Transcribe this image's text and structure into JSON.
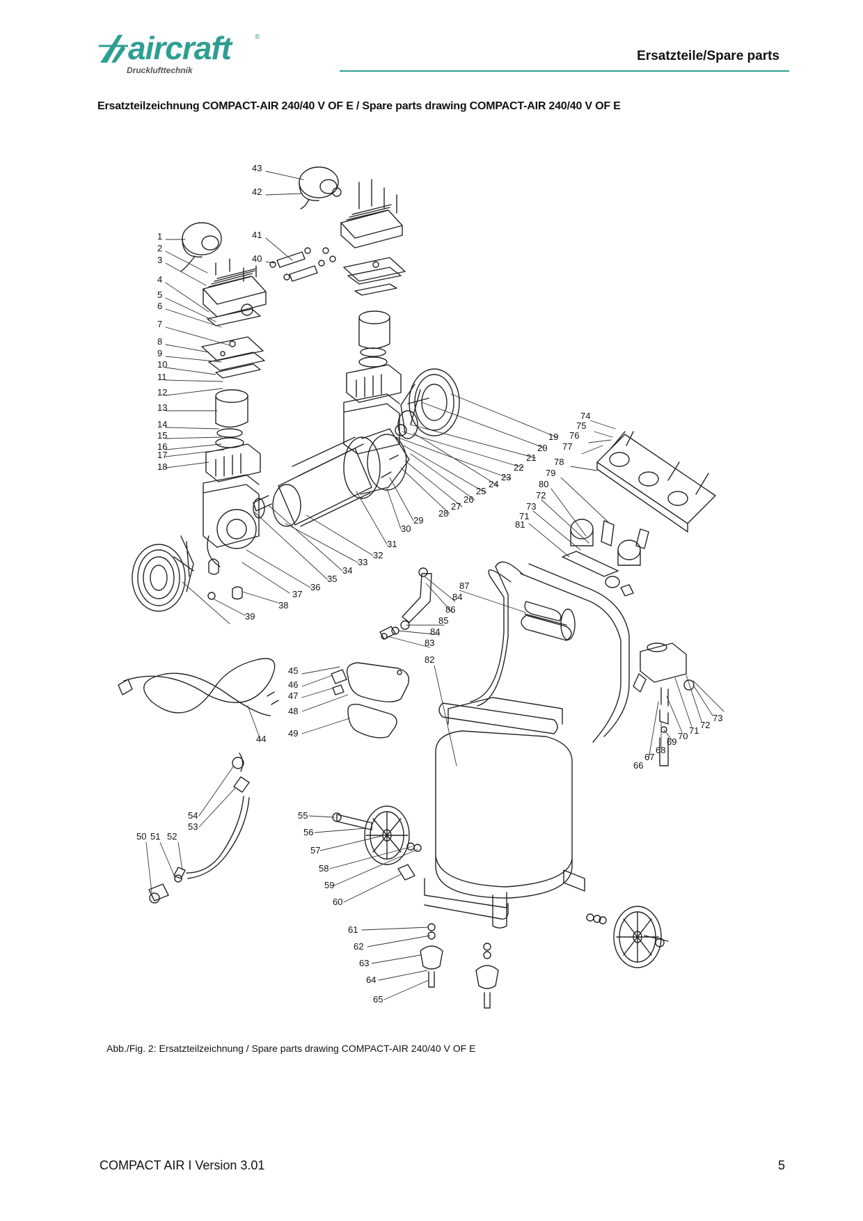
{
  "header": {
    "brand": "aircraft",
    "brand_sub": "Drucklufttechnik",
    "brand_mark": "®",
    "section": "Ersatzteile/Spare parts",
    "accent": "#2e9e92"
  },
  "heading": "Ersatzteilzeichnung COMPACT-AIR 240/40 V OF E  / Spare parts drawing COMPACT-AIR 240/40 V OF E",
  "callouts": {
    "n1": "1",
    "n2": "2",
    "n3": "3",
    "n4": "4",
    "n5": "5",
    "n6": "6",
    "n7": "7",
    "n8": "8",
    "n9": "9",
    "n10": "10",
    "n11": "11",
    "n12": "12",
    "n13": "13",
    "n14": "14",
    "n15": "15",
    "n16": "16",
    "n17": "17",
    "n18": "18",
    "n19": "19",
    "n20": "20",
    "n21": "21",
    "n22": "22",
    "n23": "23",
    "n24": "24",
    "n25": "25",
    "n26": "26",
    "n27": "27",
    "n28": "28",
    "n29": "29",
    "n30": "30",
    "n31": "31",
    "n32": "32",
    "n33": "33",
    "n34": "34",
    "n35": "35",
    "n36": "36",
    "n37": "37",
    "n38": "38",
    "n39": "39",
    "n40": "40",
    "n41": "41",
    "n42": "42",
    "n43": "43",
    "n44": "44",
    "n45": "45",
    "n46": "46",
    "n47": "47",
    "n48": "48",
    "n49": "49",
    "n50": "50",
    "n51": "51",
    "n52": "52",
    "n53": "53",
    "n54": "54",
    "n55": "55",
    "n56": "56",
    "n57": "57",
    "n58": "58",
    "n59": "59",
    "n60": "60",
    "n61": "61",
    "n62": "62",
    "n63": "63",
    "n64": "64",
    "n65": "65",
    "n66": "66",
    "n67": "67",
    "n68": "68",
    "n69": "69",
    "n70": "70",
    "n71": "71",
    "n72": "72",
    "n73": "73",
    "n74": "74",
    "n75": "75",
    "n76": "76",
    "n77": "77",
    "n78": "78",
    "n79": "79",
    "n80": "80",
    "n81": "81",
    "n82": "82",
    "n83": "83",
    "n84": "84",
    "n85": "85",
    "n86": "86",
    "n87": "87"
  },
  "caption": "Abb./Fig. 2: Ersatzteilzeichnung / Spare parts drawing COMPACT-AIR 240/40 V OF E",
  "footer": {
    "left": "COMPACT AIR I Version 3.01",
    "page": "5"
  }
}
